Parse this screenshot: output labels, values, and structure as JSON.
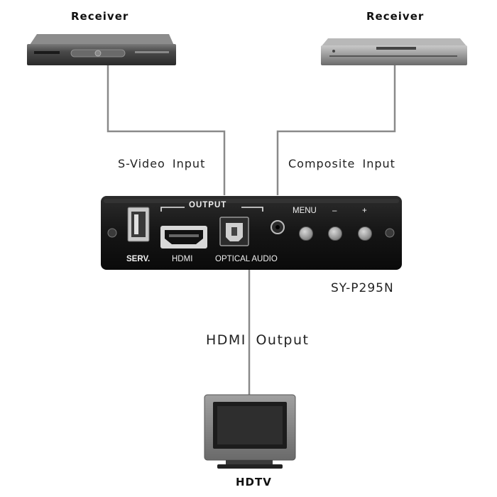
{
  "devices": {
    "receiver_left": {
      "label": "Receiver"
    },
    "receiver_right": {
      "label": "Receiver"
    },
    "hdtv": {
      "label": "HDTV"
    }
  },
  "connections": {
    "svideo": {
      "label": "S-Video Input"
    },
    "composite": {
      "label": "Composite Input"
    },
    "hdmi_output": {
      "label": "HDMI  Output"
    }
  },
  "converter": {
    "model": "SY-P295N",
    "output_header": "OUTPUT",
    "ports": {
      "serv": "SERV.",
      "hdmi": "HDMI",
      "optical": "OPTICAL AUDIO"
    },
    "buttons": {
      "menu": "MENU",
      "minus": "–",
      "plus": "+"
    }
  },
  "colors": {
    "cable": "#8a8a8a",
    "converter_body": "#1a1a1a",
    "button": "#a8a8a8"
  }
}
